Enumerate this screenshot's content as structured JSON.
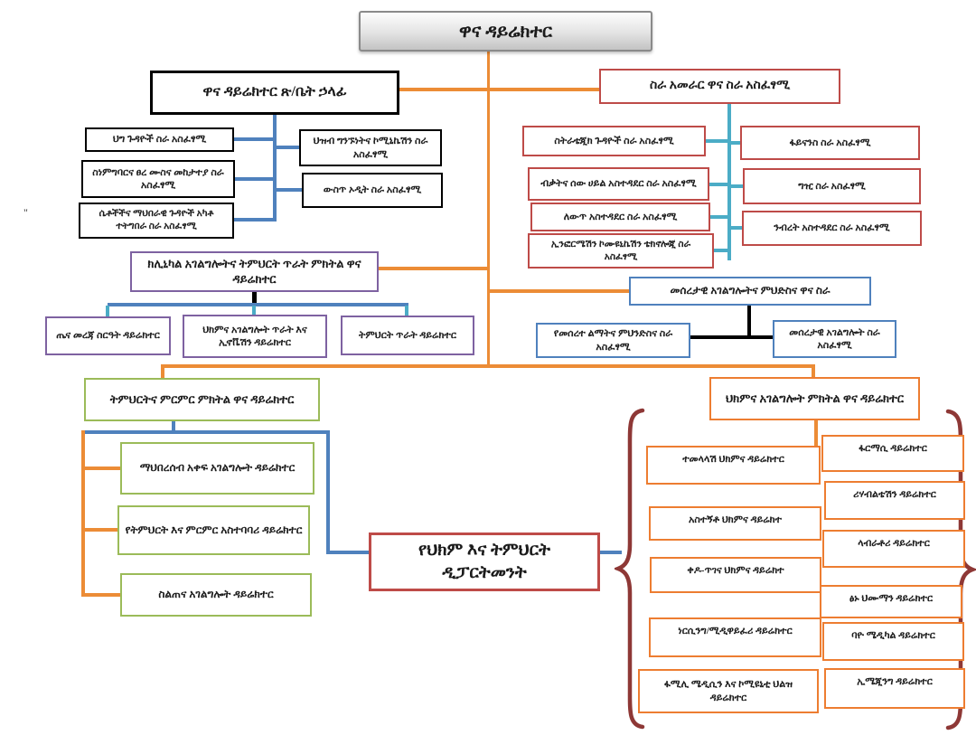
{
  "colors": {
    "connector_orange": "#EC8C36",
    "connector_blue": "#4F81BD",
    "connector_teal": "#4BACC6",
    "box_black": "#000000",
    "box_red": "#BE4B48",
    "box_purple": "#7E62A1",
    "box_blue": "#4F81BD",
    "box_green": "#9BBB59",
    "box_orange": "#ED7D31",
    "brace_dark_red": "#8E3836",
    "top_box_gray": "#D9D9D9"
  },
  "root": {
    "label": "ዋና ዳይሬክተር"
  },
  "office": {
    "label": "ዋና ዳይሬክተር ጽ/ቤት ኃላፊ",
    "units": [
      "ህግ ጉዳዮች ስራ አስፈፃሚ",
      "ስነምግባርና ፀረ ሙስና መከታተያ ስራ አስፈፃሚ",
      "ሴቶችችና ማህበራዊ ጉዳዮች አካቶ ተትግበራ ስራ አስፈፃሚ",
      "ህዝብ ግንኙነትና ኮሚኒኬሽን ስራ አስፈፃሚ",
      "ውስጥ ኦዲት ስራ አስፈፃሚ"
    ]
  },
  "management": {
    "label": "ስራ አመራር ዋና ስራ አስፈፃሚ",
    "left_units": [
      "ስትራቴጂክ ጉዳዮች ስራ አስፈፃሚ",
      "ብቃትና ሰው ሀይል አስተዳደር ስራ አስፈፃሚ",
      "ለውጥ አስተዳደር ስራ አስፈፃሚ",
      "ኢንፎርሜሽን ኮሙዩኒኬሽን ቴክኖሎጂ ስራ አስፈፃሚ"
    ],
    "right_units": [
      "ፋይናንስ ስራ አስፈፃሚ",
      "ግዢ ስራ አስፈፃሚ",
      "ንብረት አስተዳደር ስራ አስፈፃሚ"
    ]
  },
  "clinical": {
    "label": "ክሊኒካል አገልግሎትና ትምህርት ጥራት ምክትል ዋና ዳይሬክተር",
    "units": [
      "ጤና መረጃ ስርዓት ዳይሬክተር",
      "ህክምና አገልግሎት ጥራት እና ኢኖቬሽን ዳይሬክተር",
      "ትምህርት ጥራት ዳይሬክተር"
    ]
  },
  "infrastructure": {
    "label": "መሰረታዊ አገልግሎትና ምህድስና ዋና ስራ",
    "units": [
      "የመሰረተ ልማትና ምህንድስና ስራ አስፈፃሚ",
      "መሰረታዊ አገልግሎት ስራ አስፈፃሚ"
    ]
  },
  "education": {
    "label": "ትምህርትና ምርምር ምክትል ዋና ዳይሬክተር",
    "units": [
      "ማህበረሰብ አቀፍ አገልግሎት ዳይሬክተር",
      "የትምህርት እና ምርምር አስተባባሪ ዳይሬክተር",
      "ስልጠና አገልግሎት ዳይሬክተር"
    ]
  },
  "medical": {
    "label": "ህክምና አገልግሎት ምክትል ዋና ዳይሬክተር",
    "left_units": [
      "ተመላላሽ ህክምና ዳይሬክተር",
      "አስተኝቶ ህክምና ዳይሬክተ",
      "ቀዶ-ጥገና ህክምና ዳይሬክተ",
      "ነርሲንግ/ሚዲዋይፈሪ ዳይሬክተር",
      "ፋሚሊ ሜዲሲን እና ኮሚዩኒቲ ህልዝ ዳይሬክተር"
    ],
    "right_units": [
      "ፋርማሲ ዳይሬክተር",
      "ሪሃብልቴሽን ዳይሬክተር",
      "ላብራቶሪ ዳይሬክተር",
      "ፅኑ ህሙማን ዳይሬክተር",
      "ባዮ ሜዲካል ዳይሬክተር",
      "ኢሜጂንግ ዳይሬክተር"
    ]
  },
  "department": {
    "label": "የህክም እና ትምህርት ዲፓርትመንት"
  },
  "stray_mark": "\""
}
